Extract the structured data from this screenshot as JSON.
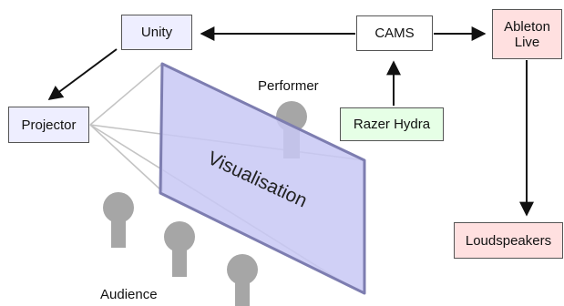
{
  "nodes": {
    "unity": {
      "label": "Unity",
      "fill": "#eeeeff"
    },
    "cams": {
      "label": "CAMS",
      "fill": "#ffffff"
    },
    "ableton": {
      "label": "Ableton\nLive",
      "fill": "#ffe0e0"
    },
    "projector": {
      "label": "Projector",
      "fill": "#eeeeff"
    },
    "razer": {
      "label": "Razer Hydra",
      "fill": "#e6ffe6"
    },
    "loudspeakers": {
      "label": "Loudspeakers",
      "fill": "#ffe0e0"
    }
  },
  "labels": {
    "performer": "Performer",
    "audience": "Audience",
    "visualisation": "Visualisation"
  },
  "colors": {
    "screen_fill": "#c8c8f4",
    "screen_edge": "#7d7db0",
    "figure": "#a6a6a6",
    "beam": "#c4c4c4",
    "arrow": "#111111"
  }
}
